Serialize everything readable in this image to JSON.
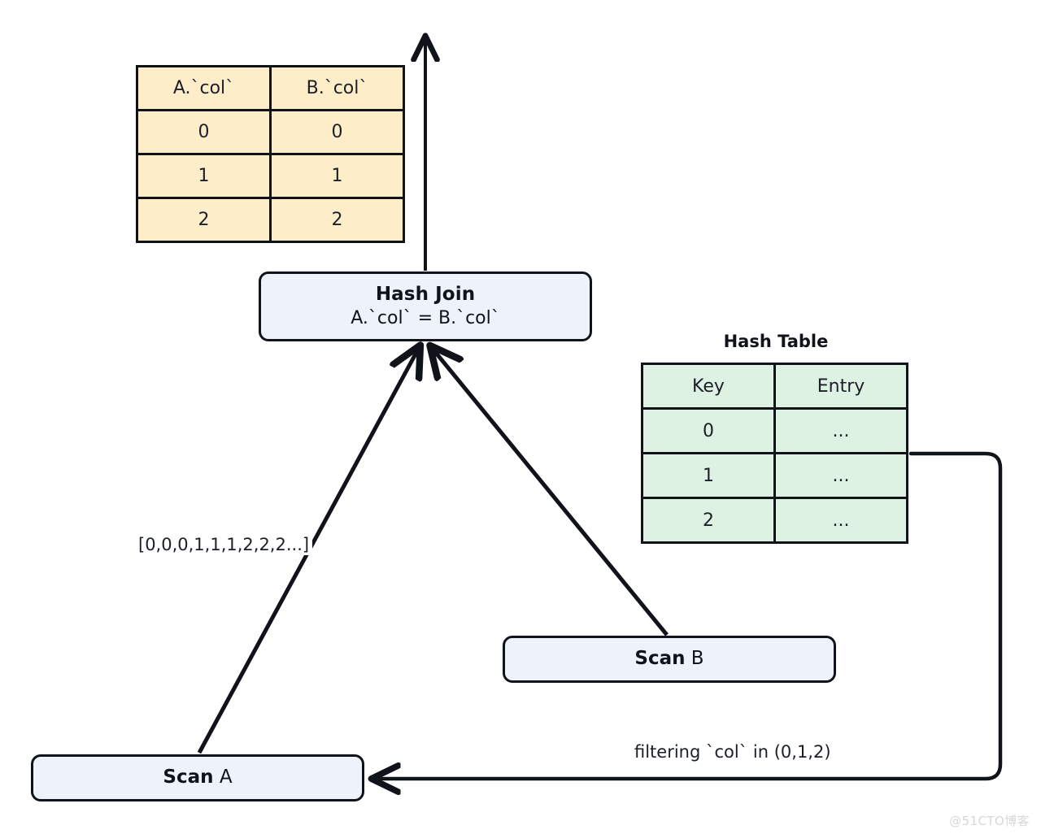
{
  "diagram": {
    "title": "Hash Join execution plan with runtime filter",
    "colors": {
      "node_fill": "#eef2fb",
      "result_table_fill": "#fdeec9",
      "hash_table_fill": "#ddf2e3",
      "stroke": "#10131a",
      "text": "#1b1f27",
      "watermark": "#d7d7d7"
    }
  },
  "result_table": {
    "headers": [
      "A.`col`",
      "B.`col`"
    ],
    "rows": [
      [
        "0",
        "0"
      ],
      [
        "1",
        "1"
      ],
      [
        "2",
        "2"
      ]
    ]
  },
  "hash_table": {
    "title": "Hash Table",
    "headers": [
      "Key",
      "Entry"
    ],
    "rows": [
      [
        "0",
        "..."
      ],
      [
        "1",
        "..."
      ],
      [
        "2",
        "..."
      ]
    ]
  },
  "nodes": {
    "hash_join": {
      "title": "Hash Join",
      "condition": "A.`col` = B.`col`"
    },
    "scan_a": {
      "operator": "Scan",
      "relation": " A"
    },
    "scan_b": {
      "operator": "Scan",
      "relation": " B"
    }
  },
  "edge_labels": {
    "probe_stream": "[0,0,0,1,1,1,2,2,2...]",
    "runtime_filter": "filtering `col` in (0,1,2)"
  },
  "watermark": "@51CTO博客"
}
